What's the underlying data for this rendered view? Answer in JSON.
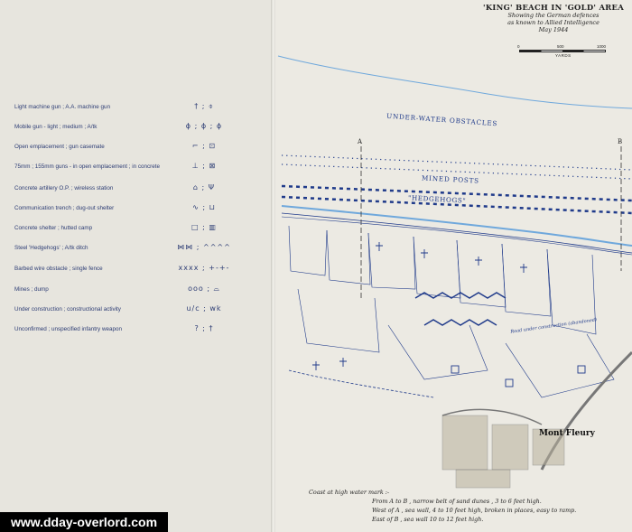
{
  "title": "'KING' BEACH IN 'GOLD' AREA",
  "subtitle_lines": [
    "Showing the German defences",
    "as known to Allied Intelligence",
    "May 1944"
  ],
  "scale": {
    "ticks": [
      "0",
      "500",
      "1000"
    ],
    "unit": "YARDS"
  },
  "legend": [
    {
      "label": "Light machine gun ; A.A. machine gun",
      "symbol": "† ; ⌽"
    },
    {
      "label": "Mobile gun - light ; medium ; A/tk",
      "symbol": "ɸ ; ɸ ; ɸ"
    },
    {
      "label": "Open emplacement ; gun casemate",
      "symbol": "⌐ ; ⊡"
    },
    {
      "label": "75mm ; 155mm guns - in open emplacement ; in concrete",
      "symbol": "⊥ ; ⊠"
    },
    {
      "label": "Concrete artillery O.P. ; wireless station",
      "symbol": "⌂ ; Ψ"
    },
    {
      "label": "Communication trench ; dug-out shelter",
      "symbol": "∿ ; ⊔"
    },
    {
      "label": "Concrete shelter ; hutted camp",
      "symbol": "□ ; ▥"
    },
    {
      "label": "Steel 'Hedgehogs' ; A/tk ditch",
      "symbol": "⋈⋈ ; ^^^^"
    },
    {
      "label": "Barbed wire obstacle ; single fence",
      "symbol": "xxxx ; +-+-"
    },
    {
      "label": "Mines ; dump",
      "symbol": "ooo ; ⌓"
    },
    {
      "label": "Under construction ; constructional activity",
      "symbol": "u/c ; wk"
    },
    {
      "label": "Unconfirmed ; unspecified infantry weapon",
      "symbol": "? ; †"
    }
  ],
  "map_labels": {
    "underwater": "UNDER-WATER OBSTACLES",
    "mined_posts": "MINED POSTS",
    "hedgehogs": "\"HEDGEHOGS\"",
    "marker_a": "A",
    "marker_b": "B",
    "road_note": "Road under construction (abandoned)",
    "town": "Mont Fleury"
  },
  "notes": {
    "heading": "Coast at high water mark :-",
    "lines": [
      "From A to B , narrow belt of sand dunes , 3 to 6 feet high.",
      "West of A , sea wall, 4 to 10 feet high, broken in places, easy to ramp.",
      "East of B , sea wall 10 to 12 feet high."
    ]
  },
  "watermark": "www.dday-overlord.com",
  "colors": {
    "map_ink": "#1f3a8a",
    "paper": "#eceae3",
    "water_line": "#6fa8dc"
  }
}
